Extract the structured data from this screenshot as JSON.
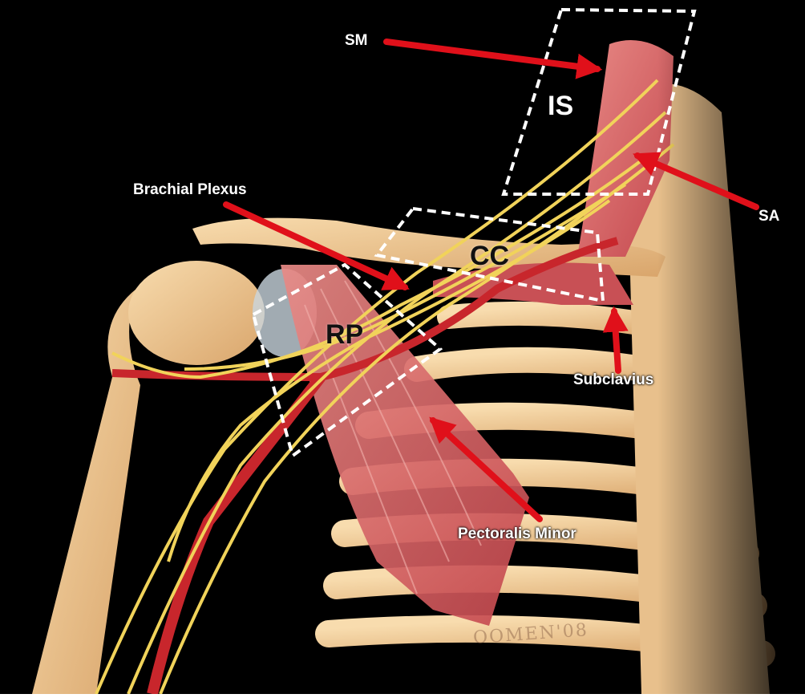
{
  "colors": {
    "background": "#000000",
    "bone": "#f0c993",
    "muscle": "#d95d62",
    "nerve": "#f1d35a",
    "artery": "#c8262c",
    "arrow": "#e0101a",
    "region_box": "#ffffff"
  },
  "labels": {
    "sm": "SM",
    "brachial_plexus": "Brachial Plexus",
    "sa": "SA",
    "subclavius": "Subclavius",
    "pectoralis_minor": "Pectoralis Minor"
  },
  "regions": {
    "is": "IS",
    "cc": "CC",
    "rp": "RP"
  },
  "signature": "OOMEN'08"
}
